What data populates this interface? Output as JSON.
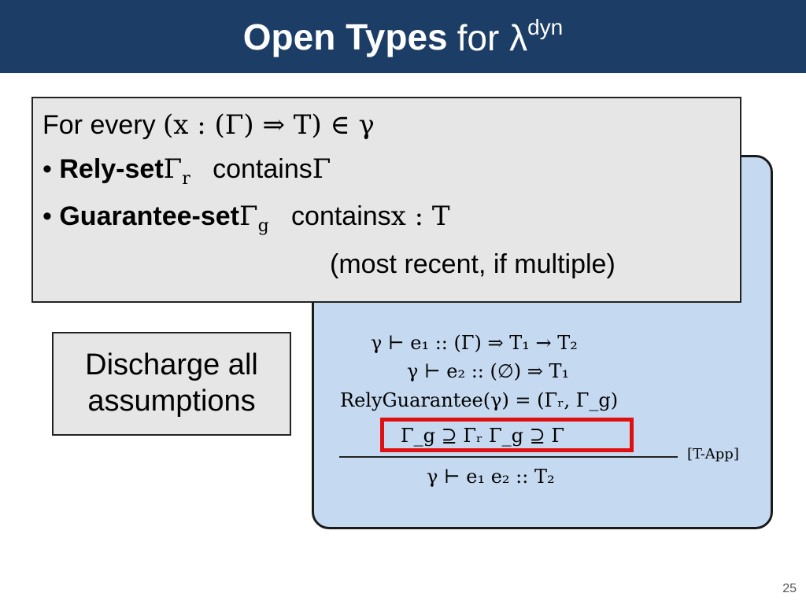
{
  "slide": {
    "title_bold": "Open Types",
    "title_rest": "for λ",
    "title_sup": "dyn",
    "page_number": "25"
  },
  "callout": {
    "line1_text": "For every ",
    "line1_math": "(x : (Γ) ⇒ T) ∈ γ",
    "bullet": "•",
    "rely_label": "Rely-set",
    "rely_math": "Γ",
    "rely_sub": "r",
    "contains_1": "contains",
    "rely_contains_math": "Γ",
    "guarantee_label": "Guarantee-set",
    "guarantee_math": "Γ",
    "guarantee_sub": "g",
    "contains_2": "contains",
    "guarantee_contains_math": "x : T",
    "note": "(most recent, if multiple)"
  },
  "discharge": {
    "line1": "Discharge all",
    "line2": "assumptions"
  },
  "rule": {
    "premise1": "γ ⊢ e₁ :: (Γ) ⇒ T₁ → T₂",
    "premise2": "γ ⊢ e₂ :: (∅) ⇒ T₁",
    "premise3": "RelyGuarantee(γ) = (Γᵣ, Γ_g)",
    "premise4": "Γ_g ⊇ Γᵣ     Γ_g ⊇ Γ",
    "name": "[T-App]",
    "conclusion": "γ ⊢ e₁  e₂ :: T₂"
  },
  "colors": {
    "title_bg": "#1c3d66",
    "rule_box_bg": "#c5d9f0",
    "callout_bg": "#e6e6e6",
    "highlight": "#e01010"
  }
}
